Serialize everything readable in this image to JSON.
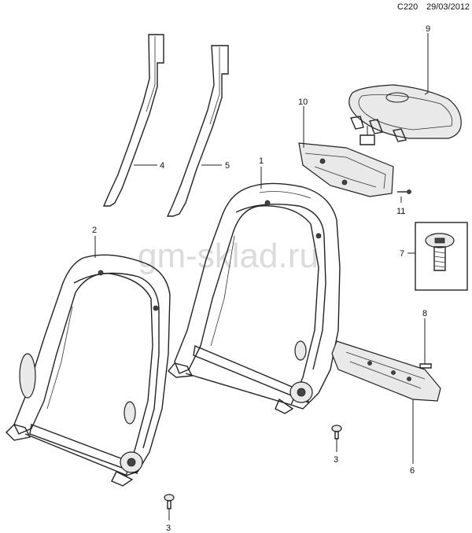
{
  "header": {
    "code": "C220",
    "date": "29/03/2012"
  },
  "watermark": "gm-sklad.ru",
  "callouts": [
    {
      "id": "c1",
      "label": "1"
    },
    {
      "id": "c2",
      "label": "2"
    },
    {
      "id": "c3a",
      "label": "3"
    },
    {
      "id": "c3b",
      "label": "3"
    },
    {
      "id": "c4",
      "label": "4"
    },
    {
      "id": "c5",
      "label": "5"
    },
    {
      "id": "c6",
      "label": "6"
    },
    {
      "id": "c7",
      "label": "7"
    },
    {
      "id": "c8",
      "label": "8"
    },
    {
      "id": "c9",
      "label": "9"
    },
    {
      "id": "c10",
      "label": "10"
    },
    {
      "id": "c11",
      "label": "11"
    }
  ]
}
